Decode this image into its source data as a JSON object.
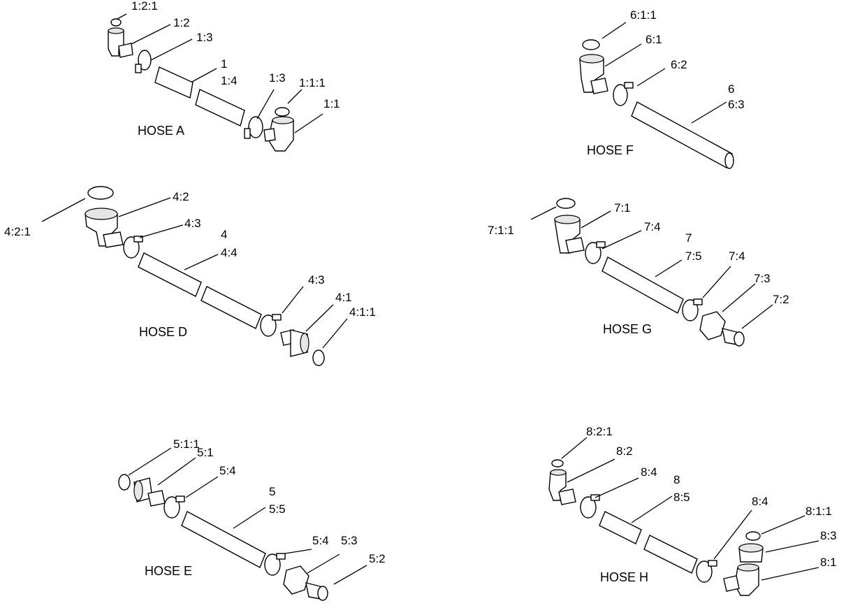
{
  "assemblies": [
    {
      "title": "HOSE A",
      "callouts": [
        {
          "text": "1:2:1"
        },
        {
          "text": "1:2"
        },
        {
          "text": "1:3"
        },
        {
          "text": "1"
        },
        {
          "text": "1:4"
        },
        {
          "text": "1:3"
        },
        {
          "text": "1:1:1"
        },
        {
          "text": "1:1"
        }
      ]
    },
    {
      "title": "HOSE F",
      "callouts": [
        {
          "text": "6:1:1"
        },
        {
          "text": "6:1"
        },
        {
          "text": "6:2"
        },
        {
          "text": "6"
        },
        {
          "text": "6:3"
        }
      ]
    },
    {
      "title": "HOSE D",
      "callouts": [
        {
          "text": "4:2:1"
        },
        {
          "text": "4:2"
        },
        {
          "text": "4:3"
        },
        {
          "text": "4"
        },
        {
          "text": "4:4"
        },
        {
          "text": "4:3"
        },
        {
          "text": "4:1"
        },
        {
          "text": "4:1:1"
        }
      ]
    },
    {
      "title": "HOSE G",
      "callouts": [
        {
          "text": "7:1:1"
        },
        {
          "text": "7:1"
        },
        {
          "text": "7:4"
        },
        {
          "text": "7"
        },
        {
          "text": "7:5"
        },
        {
          "text": "7:4"
        },
        {
          "text": "7:3"
        },
        {
          "text": "7:2"
        }
      ]
    },
    {
      "title": "HOSE E",
      "callouts": [
        {
          "text": "5:1:1"
        },
        {
          "text": "5:1"
        },
        {
          "text": "5:4"
        },
        {
          "text": "5"
        },
        {
          "text": "5:5"
        },
        {
          "text": "5:4"
        },
        {
          "text": "5:3"
        },
        {
          "text": "5:2"
        }
      ]
    },
    {
      "title": "HOSE H",
      "callouts": [
        {
          "text": "8:2:1"
        },
        {
          "text": "8:2"
        },
        {
          "text": "8:4"
        },
        {
          "text": "8"
        },
        {
          "text": "8:5"
        },
        {
          "text": "8:4"
        },
        {
          "text": "8:1:1"
        },
        {
          "text": "8:3"
        },
        {
          "text": "8:1"
        }
      ]
    }
  ]
}
